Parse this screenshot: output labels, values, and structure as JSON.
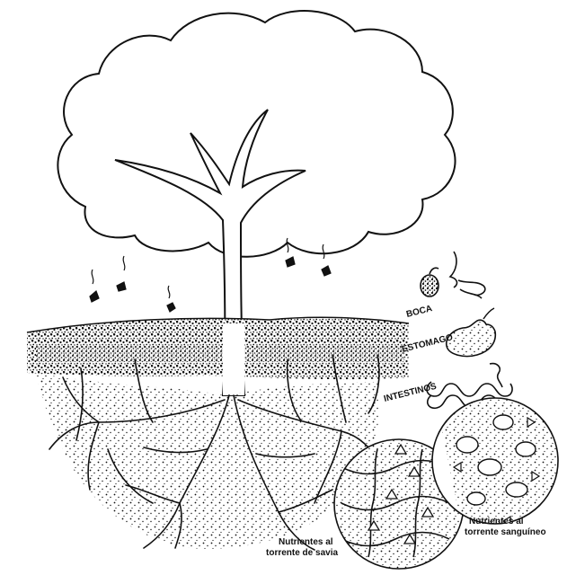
{
  "labels": {
    "boca": "BOCA",
    "estomago": "ESTOMAGO",
    "intestinos": "INTESTINOS",
    "nutrientes_savia_line1": "Nutrientes al",
    "nutrientes_savia_line2": "torrente de savia",
    "nutrientes_sangre_line1": "Nutrientes al",
    "nutrientes_sangre_line2": "torrente sanguíneo"
  },
  "colors": {
    "ink": "#111111",
    "paper": "#ffffff"
  }
}
